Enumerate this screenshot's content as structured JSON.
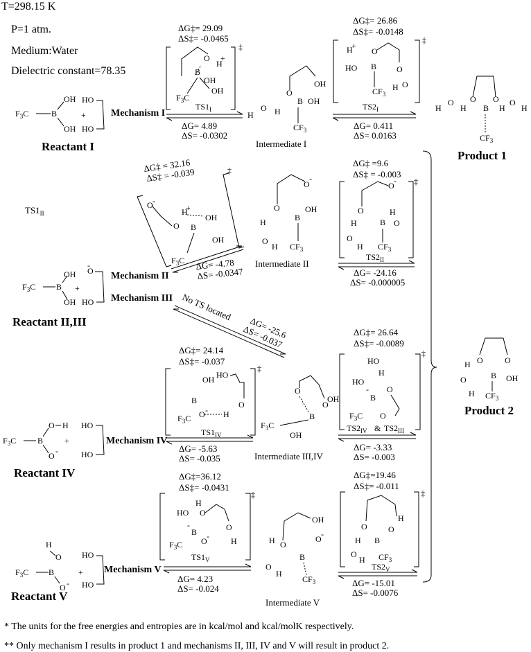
{
  "conditions": {
    "temperature": "T=298.15 K",
    "pressure": "P=1 atm.",
    "medium": "Medium:Water",
    "dielectric": "Dielectric constant=78.35"
  },
  "reactants": {
    "r1": "Reactant I",
    "r23": "Reactant II,III",
    "r4": "Reactant IV",
    "r5": "Reactant V"
  },
  "products": {
    "p1": "Product 1",
    "p2": "Product 2"
  },
  "mechanisms": {
    "m1": "Mechanism I",
    "m2": "Mechanism II",
    "m3": "Mechanism III",
    "m4": "Mechanism IV",
    "m5": "Mechanism V"
  },
  "intermediates": {
    "i1": "Intermediate I",
    "i2": "Intermediate II",
    "i34": "Intermediate III,IV",
    "i5": "Intermediate V"
  },
  "transition_states": {
    "ts1_I": {
      "base": "TS1",
      "sub": "I"
    },
    "ts2_I": {
      "base": "TS2",
      "sub": "I"
    },
    "ts1_II_side": {
      "base": "TS1",
      "sub": "II"
    },
    "ts2_II": {
      "base": "TS2",
      "sub": "II"
    },
    "ts1_IV": {
      "base": "TS1",
      "sub": "IV"
    },
    "ts2_IV": {
      "base": "TS2",
      "sub": "IV"
    },
    "ts2_III": {
      "base": "TS2",
      "sub": "III"
    },
    "ts1_V": {
      "base": "TS1",
      "sub": "V"
    },
    "ts2_V": {
      "base": "TS2",
      "sub": "V"
    },
    "amp": "&"
  },
  "barriers": {
    "ts1_I": {
      "dG": "ΔG‡= 29.09",
      "dS": "ΔS‡= -0.0465"
    },
    "ts2_I": {
      "dG": "ΔG‡= 26.86",
      "dS": "ΔS‡= -0.0148"
    },
    "ts1_II": {
      "dG": "ΔG‡ = 32.16",
      "dS": "ΔS‡ = -0.039"
    },
    "ts2_II": {
      "dG": "ΔG‡ =9.6",
      "dS": "ΔS‡ = -0.003"
    },
    "ts1_IV": {
      "dG": "ΔG‡= 24.14",
      "dS": "ΔS‡= -0.037"
    },
    "ts2_IV": {
      "dG": "ΔG‡= 26.64",
      "dS": "ΔS‡= -0.0089"
    },
    "ts1_V": {
      "dG": "ΔG‡=36.12",
      "dS": "ΔS‡= -0.0431"
    },
    "ts2_V": {
      "dG": "ΔG‡=19.46",
      "dS": "ΔS‡= -0.011"
    }
  },
  "reaction": {
    "step1_I": {
      "dG": "ΔG= 4.89",
      "dS": "ΔS= -0.0302"
    },
    "step2_I": {
      "dG": "ΔG= 0.411",
      "dS": "ΔS= 0.0163"
    },
    "step1_II": {
      "dG": "ΔG= -4.78",
      "dS": "ΔS= -0.0347"
    },
    "step2_II": {
      "dG": "ΔG= -24.16",
      "dS": "ΔS= -0.000005"
    },
    "step_III": {
      "dG": "ΔG= -25.6",
      "dS": "ΔS= -0.037"
    },
    "step1_IV": {
      "dG": "ΔG= -5.63",
      "dS": "ΔS= -0.035"
    },
    "step2_IV": {
      "dG": "ΔG= -3.33",
      "dS": "ΔS= -0.003"
    },
    "step1_V": {
      "dG": "ΔG= 4.23",
      "dS": "ΔS= -0.024"
    },
    "step2_V": {
      "dG": "ΔG= -15.01",
      "dS": "ΔS= -0.0076"
    }
  },
  "no_ts": "No TS located",
  "notes": {
    "n1": "* The units for the free energies and entropies are in kcal/mol and kcal/molK respectively.",
    "n2": "** Only mechanism I results in product 1 and mechanisms II, III, IV and V will result in product 2."
  }
}
